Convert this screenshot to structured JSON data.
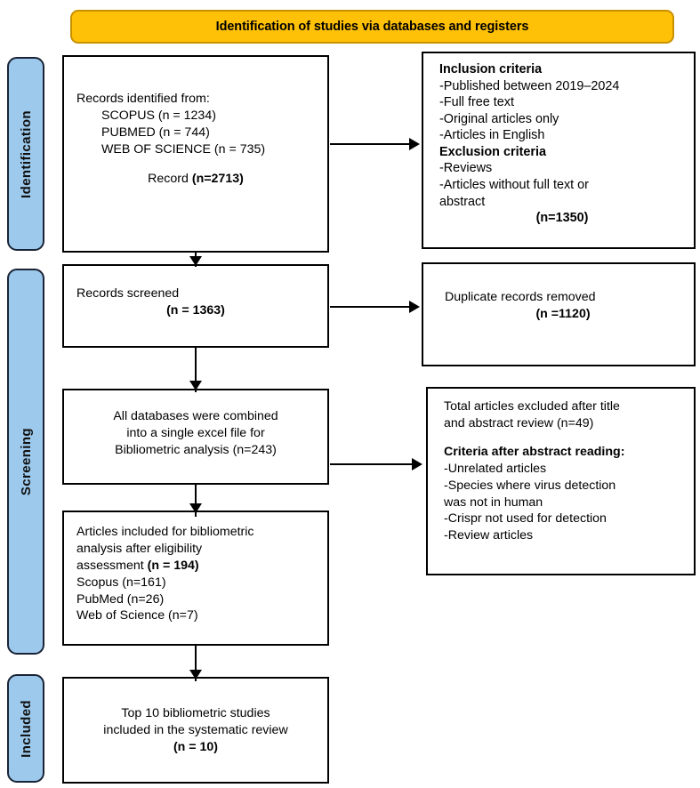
{
  "banner": {
    "title": "Identification of studies via databases and registers",
    "bg_color": "#FFC107"
  },
  "stages": [
    {
      "id": "identification",
      "label": "Identification",
      "color": "#9CC9EC"
    },
    {
      "id": "screening",
      "label": "Screening",
      "color": "#9CC9EC"
    },
    {
      "id": "included",
      "label": "Included",
      "color": "#9CC9EC"
    }
  ],
  "boxes": {
    "records_identified": {
      "l1": "Records identified from:",
      "l2": "SCOPUS (n = 1234)",
      "l3": "PUBMED (n = 744)",
      "l4": "WEB OF SCIENCE (n = 735)",
      "l5_prefix": "Record ",
      "l5_count": "(n=2713)"
    },
    "criteria": {
      "inclusion_heading": "Inclusion criteria",
      "i1": "-Published between 2019–2024",
      "i2": "-Full free text",
      "i3": "-Original articles only",
      "i4": "-Articles in English",
      "exclusion_heading": "Exclusion criteria",
      "e1": "-Reviews",
      "e2": "-Articles without full text or",
      "e3": "abstract",
      "count": "(n=1350)"
    },
    "records_screened": {
      "label": "Records screened",
      "count": "(n = 1363)"
    },
    "duplicates_removed": {
      "label": "Duplicate records removed",
      "count": "(n =1120)"
    },
    "combined": {
      "l1": "All databases were combined",
      "l2": "into a single excel file for",
      "l3": "Bibliometric analysis (n=243)"
    },
    "excluded": {
      "l1": "Total articles excluded after title",
      "l2": "and abstract review (n=49)",
      "criteria_heading": "Criteria after abstract reading:",
      "c1": "-Unrelated articles",
      "c2": "-Species where virus detection",
      "c3": "was not in human",
      "c4": "-Crispr not used for detection",
      "c5": "-Review articles"
    },
    "included_bibliometric": {
      "l1": "Articles included for bibliometric",
      "l2": "analysis after eligibility",
      "l3_prefix": "assessment ",
      "l3_count": "(n = 194)",
      "l4": "Scopus (n=161)",
      "l5": "PubMed (n=26)",
      "l6": "Web of Science (n=7)"
    },
    "top10": {
      "l1": "Top 10 bibliometric studies",
      "l2": "included in the systematic review",
      "count": "(n = 10)"
    }
  }
}
